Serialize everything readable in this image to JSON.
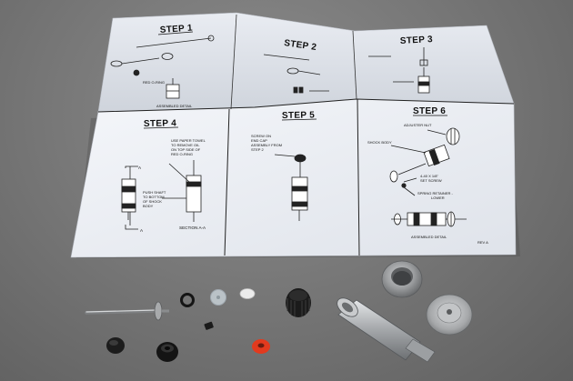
{
  "instruction_sheet": {
    "steps": [
      {
        "id": 1,
        "title": "STEP 1",
        "labels": [
          "RED O-RING",
          "ASSEMBLED DETAIL"
        ]
      },
      {
        "id": 2,
        "title": "STEP 2",
        "labels": []
      },
      {
        "id": 3,
        "title": "STEP 3",
        "labels": []
      },
      {
        "id": 4,
        "title": "STEP 4",
        "labels": [
          "USE PAPER TOWEL",
          "TO REMOVE OIL",
          "ON TOP SIDE OF",
          "RED O-RING",
          "PUSH SHAFT",
          "TO BOTTOM",
          "OF SHOCK",
          "BODY",
          "SECTION A-A",
          "A",
          "A"
        ]
      },
      {
        "id": 5,
        "title": "STEP 5",
        "labels": [
          "SCREW ON",
          "END CAP",
          "ASSEMBLY FROM",
          "STEP 2"
        ]
      },
      {
        "id": 6,
        "title": "STEP 6",
        "labels": [
          "ADJUSTER NUT",
          "SHOCK BODY",
          "4-40 X 1/8\"",
          "SET SCREW",
          "SPRING RETAINER -",
          "LOWER",
          "ASSEMBLED DETAIL"
        ]
      }
    ],
    "revision": "REV A"
  },
  "parts": [
    {
      "name": "shock-shaft",
      "color": "#b9b9b9"
    },
    {
      "name": "black-o-ring",
      "color": "#151515"
    },
    {
      "name": "clear-washer",
      "color": "#cfd8dc"
    },
    {
      "name": "white-piston-disc",
      "color": "#e9e9e9"
    },
    {
      "name": "black-set-screw",
      "color": "#1a1a1a"
    },
    {
      "name": "black-end-cap",
      "color": "#1b1b1b"
    },
    {
      "name": "black-bushing",
      "color": "#1c1c1c"
    },
    {
      "name": "black-seal-cap",
      "color": "#141414"
    },
    {
      "name": "red-o-ring",
      "color": "#e23a1e"
    },
    {
      "name": "adjuster-nut",
      "color": "#9ea0a2"
    },
    {
      "name": "shock-body",
      "color": "#b4b6b8"
    },
    {
      "name": "spring-retainer",
      "color": "#a8aaac"
    }
  ]
}
